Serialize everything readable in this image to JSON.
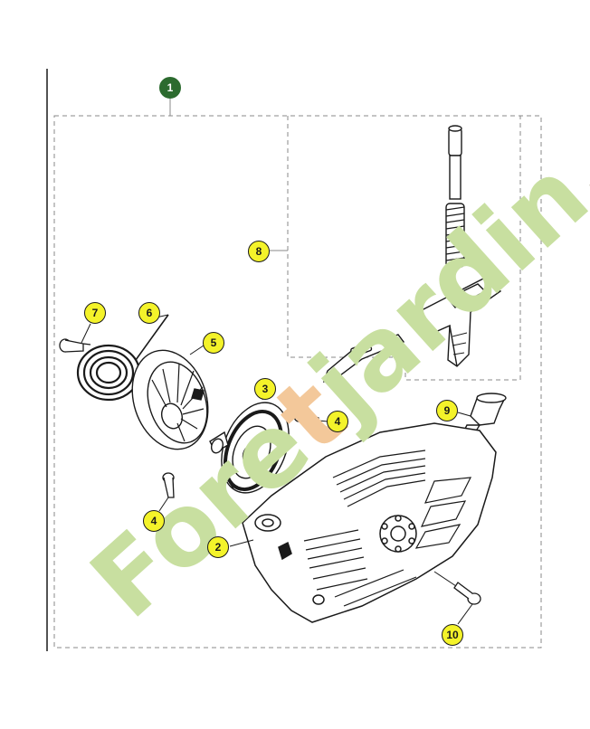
{
  "colors": {
    "callout_highlight": "#f4f32a",
    "callout_main": "#2c6b2f",
    "watermark_green": "#c8dfa0",
    "watermark_orange": "#f3c89a",
    "watermark_gray": "#d8d3c8",
    "line": "#1a1a1a"
  },
  "callouts": {
    "c1": "1",
    "c2": "2",
    "c3": "3",
    "c4a": "4",
    "c4b": "4",
    "c5": "5",
    "c6": "6",
    "c7": "7",
    "c8": "8",
    "c9": "9",
    "c10": "10"
  },
  "watermark": {
    "part1": "Fore",
    "part2": "t",
    "part3": "jardin",
    "part4": ".com"
  }
}
